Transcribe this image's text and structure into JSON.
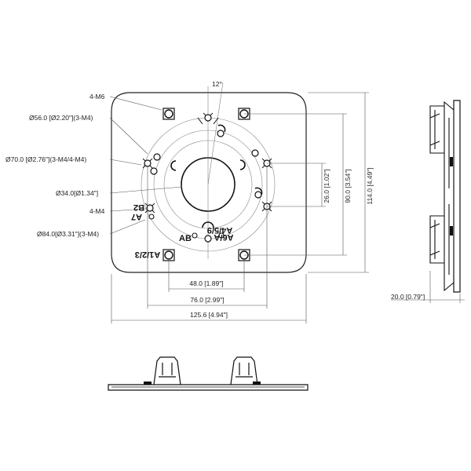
{
  "drawing": {
    "angle": "12°",
    "callouts": {
      "holes_m6": "4-M6",
      "d56": "Ø56.0 [Ø2.20\"](3-M4)",
      "d70": "Ø70.0 [Ø2.76\"](3-M4/4-M4)",
      "d34": "Ø34.0[Ø1.34\"]",
      "holes_m4": "4-M4",
      "d84": "Ø84.0[Ø3.31\"](3-M4)"
    },
    "dims": {
      "w48": "48.0 [1.89\"]",
      "w76": "76.0 [2.99\"]",
      "w125": "125.6 [4.94\"]",
      "h26": "26.0 [1.02\"]",
      "h90": "90.0 [3.54\"]",
      "h114": "114.0 [4.49\"]",
      "t20": "20.0 [0.79\"]"
    },
    "marks": {
      "b2": "B2",
      "a7": "A7",
      "a459": "A4/5/9",
      "ab": "AB",
      "a6a": "A6/A",
      "a123": "A1/2/3"
    }
  }
}
